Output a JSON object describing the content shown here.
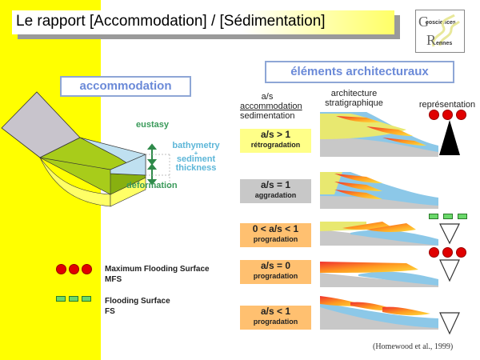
{
  "title": "Le rapport [Accommodation] / [Sédimentation]",
  "logo": {
    "line1": "eosciences",
    "line2": "ennes",
    "initial1": "G",
    "initial2": "R"
  },
  "accommodation_panel": {
    "label": "accommodation",
    "annotations": {
      "eustasy": "eustasy",
      "bathymetry": "bathymetry",
      "plus": "+",
      "sediment": "sediment",
      "thickness": "thickness",
      "deformation": "deformation"
    }
  },
  "architecture_panel": {
    "label": "éléments architecturaux",
    "column_headers": {
      "ratio_top": "a/s",
      "ratio_num": "accommodation",
      "ratio_den": "sedimentation",
      "arch1": "architecture",
      "arch2": "stratigraphique",
      "repr": "représentation"
    },
    "cases": [
      {
        "ratio": "a/s > 1",
        "type": "rétrogradation",
        "color": "#ffff88",
        "symbol": "filled-triangle-up"
      },
      {
        "ratio": "a/s = 1",
        "type": "aggradation",
        "color": "#c8c8c8",
        "symbol": "none"
      },
      {
        "ratio": "0 < a/s < 1",
        "type": "progradation",
        "color": "#ffc070",
        "symbol": "open-triangle-down"
      },
      {
        "ratio": "a/s = 0",
        "type": "progradation",
        "color": "#ffc070",
        "symbol": "open-triangle-down"
      },
      {
        "ratio": "a/s < 1",
        "type": "progradation",
        "color": "#ffc070",
        "symbol": "open-triangle-down"
      }
    ]
  },
  "legend": {
    "mfs_line1": "Maximum Flooding Surface",
    "mfs_line2": "MFS",
    "fs_line1": "Flooding Surface",
    "fs_line2": "FS"
  },
  "colors": {
    "background_band": "#ffff00",
    "mfs": "#e00000",
    "fs": "#6ad86a",
    "label_blue": "#6b8ad8",
    "annotation_green": "#3a9a5a",
    "annotation_cyan": "#5cb6d8"
  },
  "reference": "(Homewood et al., 1999)"
}
